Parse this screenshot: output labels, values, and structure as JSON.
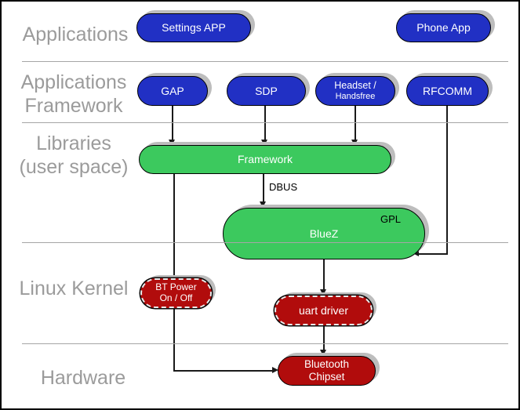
{
  "diagram": {
    "title_hint": "Bluetooth software stack diagram",
    "section_labels": {
      "applications": "Applications",
      "app_framework": "Applications\nFramework",
      "libraries": "Libraries\n(user space)",
      "linux_kernel": "Linux Kernel",
      "hardware": "Hardware"
    },
    "nodes": {
      "settings_app": "Settings APP",
      "phone_app": "Phone App",
      "gap": "GAP",
      "sdp": "SDP",
      "headset_line1": "Headset /",
      "headset_line2": "Handsfree",
      "rfcomm": "RFCOMM",
      "framework": "Framework",
      "bluez": "BlueZ",
      "gpl_note": "GPL",
      "bt_power": "BT Power\nOn / Off",
      "uart_driver": "uart driver",
      "bt_chipset": "Bluetooth\nChipset"
    },
    "edge_labels": {
      "dbus": "DBUS"
    },
    "colors": {
      "application_node_fill": "#2130c4",
      "library_node_fill": "#3cc95e",
      "kernel_node_fill": "#b10c0c",
      "node_text": "#ffffff",
      "shadow": "#bdbdbd",
      "divider_line": "#a6a6a6",
      "section_label_text": "#9b9b9b",
      "connector": "#1a1a1a"
    }
  }
}
